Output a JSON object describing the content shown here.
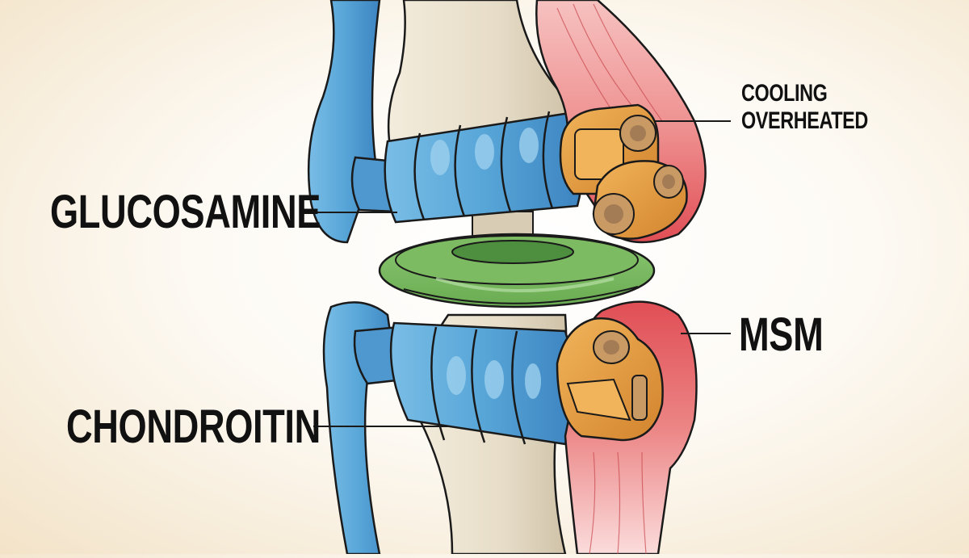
{
  "diagram": {
    "subject": "Knee joint illustration",
    "colors": {
      "background_light": "#ffffff",
      "background_warm": "#f3e3c8",
      "ligament_blue": "#5aa8d8",
      "ligament_blue_dark": "#3f86c3",
      "bone": "#e8dfcc",
      "bone_shadow": "#cdbfa6",
      "cartilage_green": "#7dbb63",
      "cartilage_green_dark": "#4d8f3e",
      "muscle_red": "#e25a5e",
      "muscle_pink": "#f2a4a4",
      "tissue_orange": "#e39a3d",
      "outline": "#1a1a1a"
    },
    "labels": {
      "glucosamine": "GLUCOSAMINE",
      "chondroitin": "CHONDROITIN",
      "cooling": "COOLING",
      "overheated": "OVERHEATED",
      "msm": "MSM"
    }
  }
}
